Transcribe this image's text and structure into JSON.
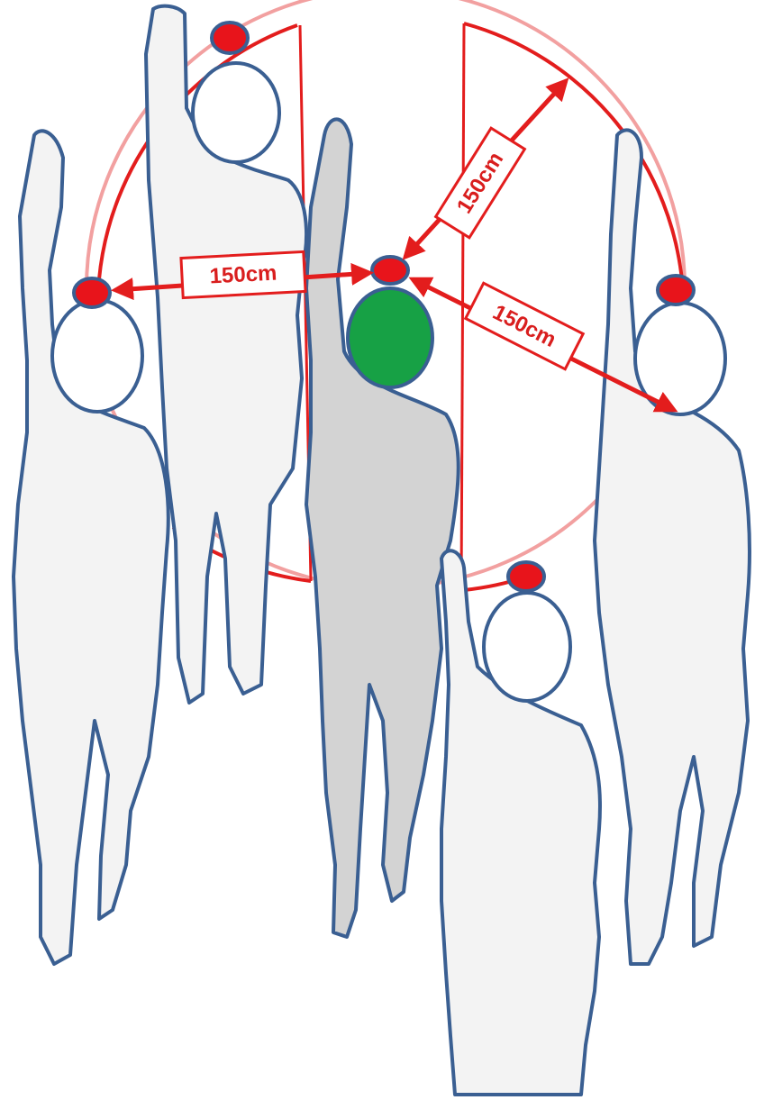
{
  "colors": {
    "circle": "#e31d1d",
    "circle_faded": "#f2a0a0",
    "outline": "#3a5f92",
    "body_fill": "#f3f3f3",
    "central_body_fill": "#d3d3d3",
    "central_head": "#17a145",
    "marker": "#e8141b",
    "label_text": "#d91e1e",
    "label_bg": "#ffffff"
  },
  "figures": [
    {
      "role": "surrounding-person",
      "position": "top-left"
    },
    {
      "role": "surrounding-person",
      "position": "left"
    },
    {
      "role": "central-person",
      "position": "center",
      "head_color": "green"
    },
    {
      "role": "surrounding-person",
      "position": "right"
    },
    {
      "role": "surrounding-person",
      "position": "bottom"
    }
  ],
  "distance_labels": [
    {
      "text": "150cm",
      "direction": "left"
    },
    {
      "text": "150cm",
      "direction": "upper-right"
    },
    {
      "text": "150cm",
      "direction": "lower-right"
    }
  ]
}
